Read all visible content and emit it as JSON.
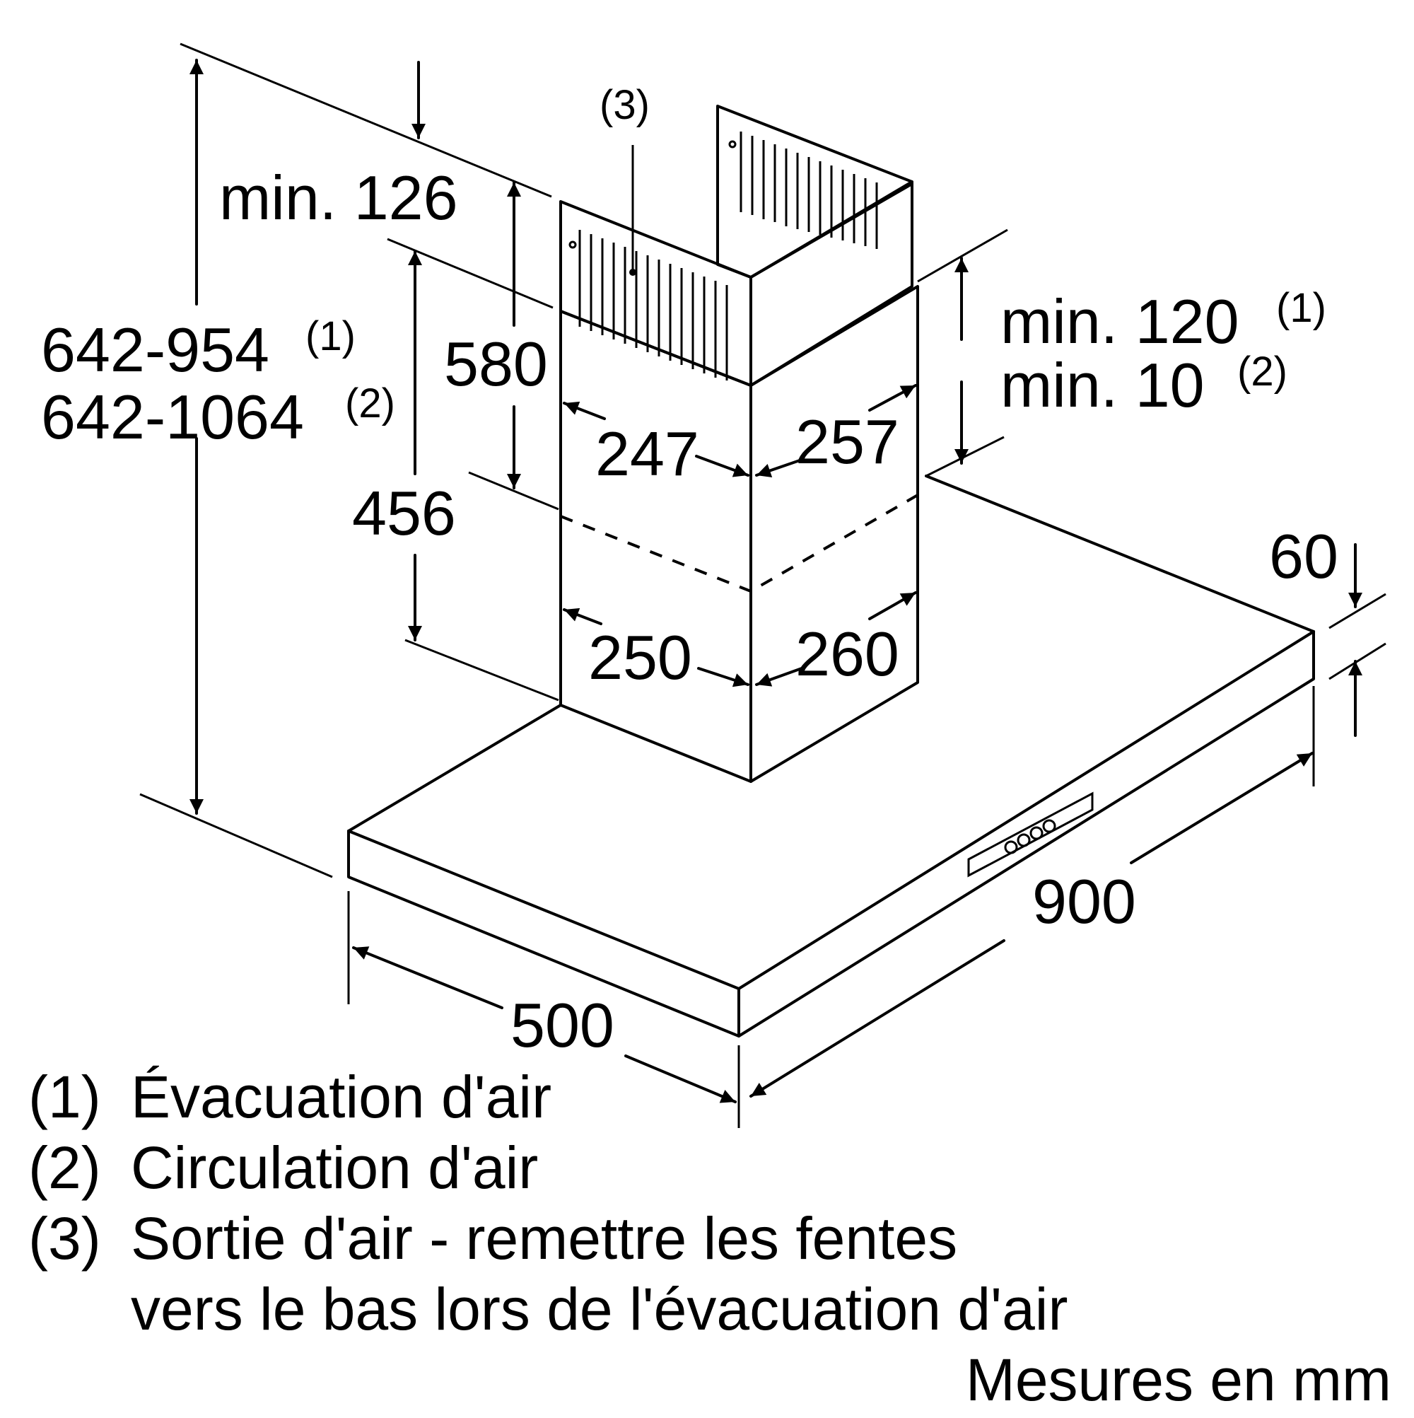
{
  "dimensions": {
    "height_range_1": "642-954",
    "height_range_1_note": "(1)",
    "height_range_2": "642-1064",
    "height_range_2_note": "(2)",
    "min_top": "min. 126",
    "chimney_upper_height": "580",
    "chimney_lower_height": "456",
    "upper_depth": "247",
    "upper_width": "257",
    "lower_depth": "250",
    "lower_width": "260",
    "min_gap_1": "min. 120",
    "min_gap_1_note": "(1)",
    "min_gap_2": "min. 10",
    "min_gap_2_note": "(2)",
    "canopy_thickness": "60",
    "canopy_width": "900",
    "canopy_depth": "500",
    "callout_3": "(3)"
  },
  "legend": [
    {
      "num": "(1)",
      "text": "Évacuation d'air"
    },
    {
      "num": "(2)",
      "text": "Circulation d'air"
    },
    {
      "num": "(3)",
      "text": "Sortie d'air - remettre les fentes"
    },
    {
      "num": "",
      "text": "vers le bas lors de l'évacuation d'air"
    }
  ],
  "units_note": "Mesures en mm"
}
